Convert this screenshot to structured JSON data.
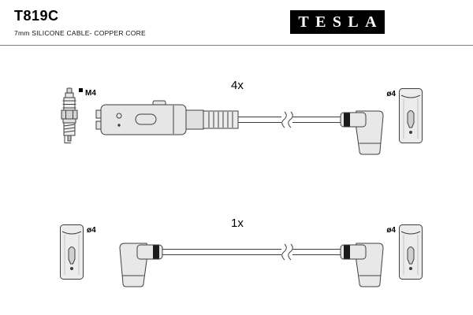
{
  "header": {
    "title": "T819C",
    "subtitle": "7mm SILICONE CABLE- COPPER CORE",
    "logo": "TESLA"
  },
  "diagram": {
    "cable_4x": {
      "qty": "4x",
      "plug_thread": "M4",
      "terminal_diameter": "ø4"
    },
    "cable_1x": {
      "qty": "1x",
      "terminal_diameter_left": "ø4",
      "terminal_diameter_right": "ø4"
    }
  },
  "colors": {
    "line": "#3f3f3f",
    "fill_light": "#e8e8e8",
    "band": "#1b1b1b",
    "logo_bg": "#000000",
    "logo_text": "#ffffff"
  }
}
